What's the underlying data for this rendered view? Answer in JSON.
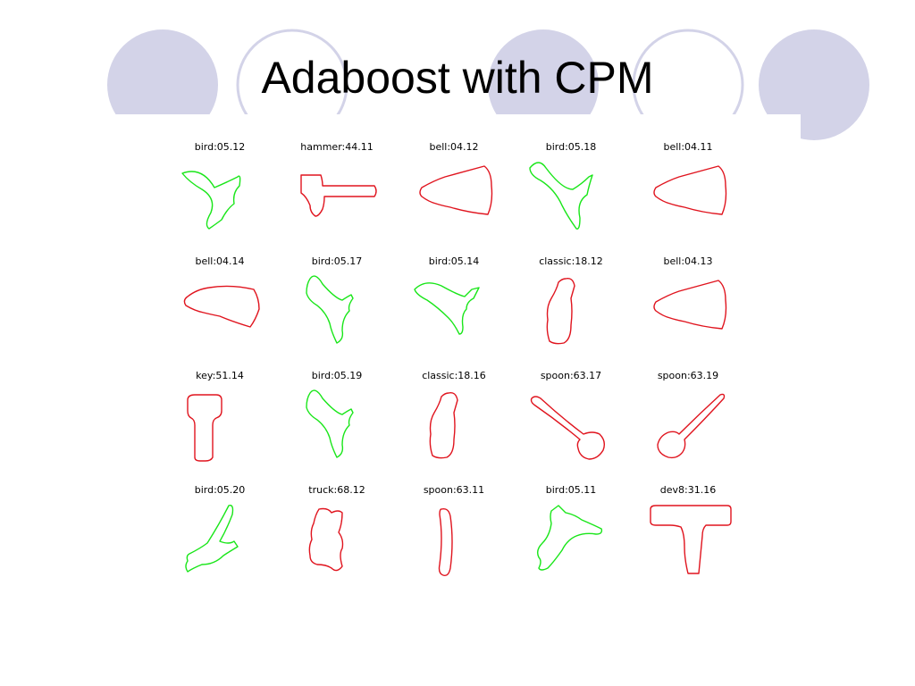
{
  "slide": {
    "title": "Adaboost with CPM"
  },
  "colors": {
    "decor_fill": "#d3d3e8",
    "decor_ring": "#d3d3e8",
    "green": "#19e619",
    "red": "#e0141e"
  },
  "grid": {
    "rows": [
      [
        {
          "label": "bird:05.12",
          "color": "green",
          "shape": "bird-a"
        },
        {
          "label": "hammer:44.11",
          "color": "red",
          "shape": "hammer"
        },
        {
          "label": "bell:04.12",
          "color": "red",
          "shape": "bell-r"
        },
        {
          "label": "bird:05.18",
          "color": "green",
          "shape": "bird-b"
        },
        {
          "label": "bell:04.11",
          "color": "red",
          "shape": "bell-r"
        }
      ],
      [
        {
          "label": "bell:04.14",
          "color": "red",
          "shape": "bell-l"
        },
        {
          "label": "bird:05.17",
          "color": "green",
          "shape": "bird-c"
        },
        {
          "label": "bird:05.14",
          "color": "green",
          "shape": "bird-d"
        },
        {
          "label": "classic:18.12",
          "color": "red",
          "shape": "classic"
        },
        {
          "label": "bell:04.13",
          "color": "red",
          "shape": "bell-r"
        }
      ],
      [
        {
          "label": "key:51.14",
          "color": "red",
          "shape": "key"
        },
        {
          "label": "bird:05.19",
          "color": "green",
          "shape": "bird-c"
        },
        {
          "label": "classic:18.16",
          "color": "red",
          "shape": "classic"
        },
        {
          "label": "spoon:63.17",
          "color": "red",
          "shape": "spoon-r"
        },
        {
          "label": "spoon:63.19",
          "color": "red",
          "shape": "spoon-l"
        }
      ],
      [
        {
          "label": "bird:05.20",
          "color": "green",
          "shape": "bird-e"
        },
        {
          "label": "truck:68.12",
          "color": "red",
          "shape": "truck"
        },
        {
          "label": "spoon:63.11",
          "color": "red",
          "shape": "spoon-v"
        },
        {
          "label": "bird:05.11",
          "color": "green",
          "shape": "bird-f"
        },
        {
          "label": "dev8:31.16",
          "color": "red",
          "shape": "tee"
        }
      ]
    ]
  }
}
